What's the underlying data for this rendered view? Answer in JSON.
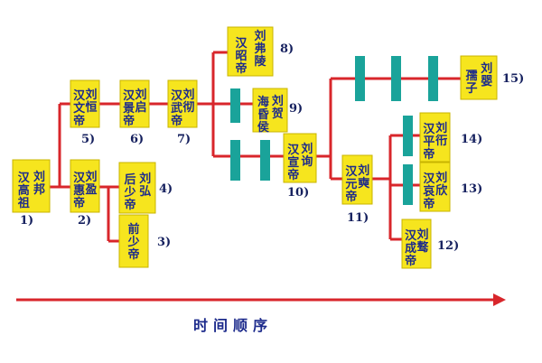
{
  "diagram": {
    "timeline_label": "时间顺序",
    "nodes": [
      {
        "id": "n1",
        "col1": "汉高祖",
        "col2": "刘邦",
        "num": "1)"
      },
      {
        "id": "n2",
        "col1": "汉惠帝",
        "col2": "刘盈",
        "num": "2)"
      },
      {
        "id": "n3",
        "col1": "前少帝",
        "col2": "",
        "num": "3)"
      },
      {
        "id": "n4",
        "col1": "后少帝",
        "col2": "刘弘",
        "num": "4)"
      },
      {
        "id": "n5",
        "col1": "汉文帝",
        "col2": "刘恒",
        "num": "5)"
      },
      {
        "id": "n6",
        "col1": "汉景帝",
        "col2": "刘启",
        "num": "6)"
      },
      {
        "id": "n7",
        "col1": "汉武帝",
        "col2": "刘彻",
        "num": "7)"
      },
      {
        "id": "n8",
        "col1": "汉昭帝",
        "col2": "刘弗陵",
        "num": "8)"
      },
      {
        "id": "n9",
        "col1": "海昏侯",
        "col2": "刘贺",
        "num": "9)"
      },
      {
        "id": "n10",
        "col1": "汉宣帝",
        "col2": "刘询",
        "num": "10)"
      },
      {
        "id": "n11",
        "col1": "汉元帝",
        "col2": "刘奭",
        "num": "11)"
      },
      {
        "id": "n12",
        "col1": "汉成帝",
        "col2": "刘骜",
        "num": "12)"
      },
      {
        "id": "n13",
        "col1": "汉哀帝",
        "col2": "刘欣",
        "num": "13)"
      },
      {
        "id": "n14",
        "col1": "汉平帝",
        "col2": "刘衎",
        "num": "14)"
      },
      {
        "id": "n15",
        "col1": "孺子",
        "col2": "刘婴",
        "num": "15)"
      }
    ]
  }
}
